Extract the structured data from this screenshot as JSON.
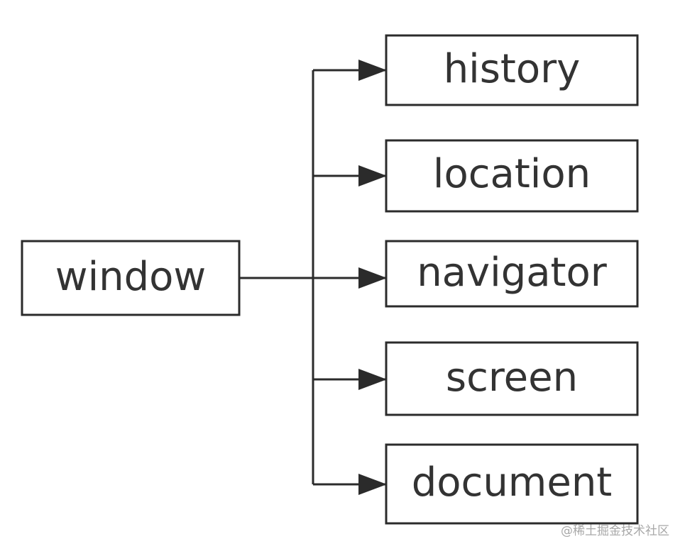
{
  "diagram": {
    "source_node": {
      "label": "window"
    },
    "target_nodes": [
      {
        "label": "history"
      },
      {
        "label": "location"
      },
      {
        "label": "navigator"
      },
      {
        "label": "screen"
      },
      {
        "label": "document"
      }
    ]
  },
  "watermark": "@稀土掘金技术社区",
  "colors": {
    "stroke": "#2b2b2b",
    "text": "#333333",
    "background": "#ffffff",
    "watermark": "#a8a8a8"
  }
}
